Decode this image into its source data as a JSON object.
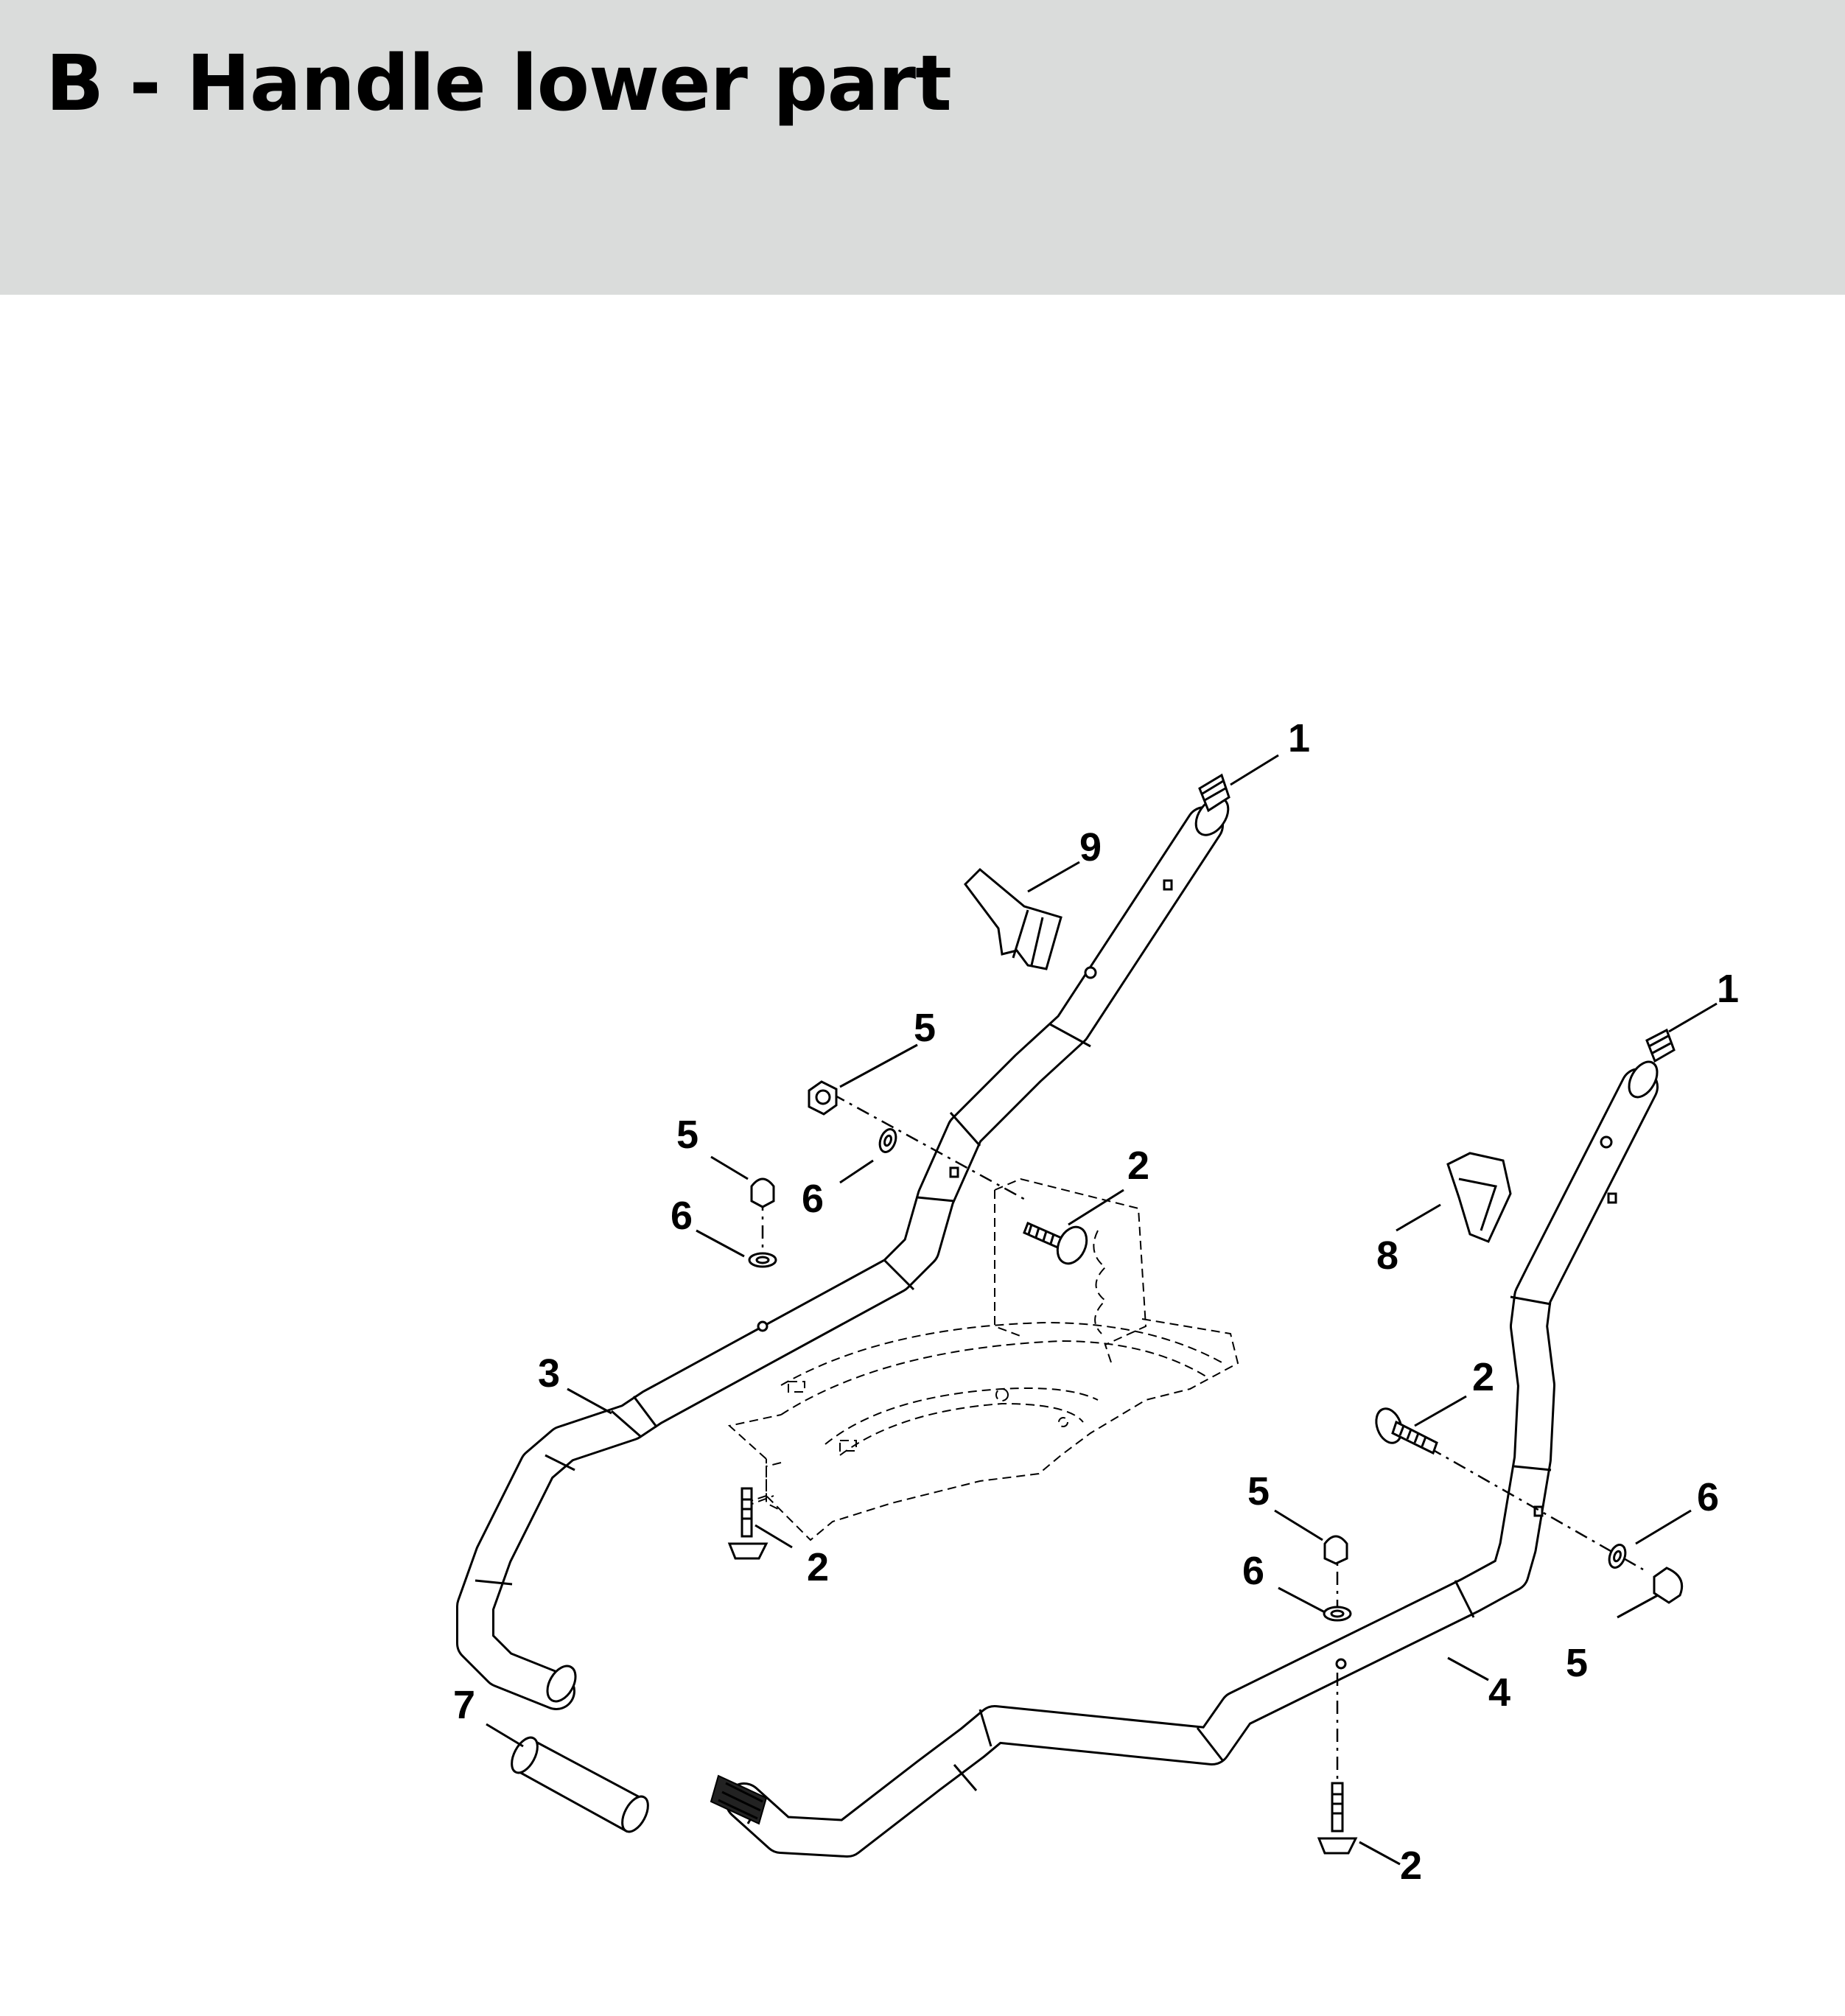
{
  "header": {
    "title": "B - Handle lower part"
  },
  "callouts": [
    {
      "id": "callout-1-upper",
      "label": "1"
    },
    {
      "id": "callout-9",
      "label": "9"
    },
    {
      "id": "callout-1-lower",
      "label": "1"
    },
    {
      "id": "callout-5-left-nut",
      "label": "5"
    },
    {
      "id": "callout-5-left-cap",
      "label": "5"
    },
    {
      "id": "callout-6-left-washer",
      "label": "6"
    },
    {
      "id": "callout-6-left-lower",
      "label": "6"
    },
    {
      "id": "callout-2-upper-bolt",
      "label": "2"
    },
    {
      "id": "callout-8",
      "label": "8"
    },
    {
      "id": "callout-3",
      "label": "3"
    },
    {
      "id": "callout-2-right-bolt",
      "label": "2"
    },
    {
      "id": "callout-2-left-vertical",
      "label": "2"
    },
    {
      "id": "callout-5-right-cap",
      "label": "5"
    },
    {
      "id": "callout-6-right-side",
      "label": "6"
    },
    {
      "id": "callout-6-right-lower",
      "label": "6"
    },
    {
      "id": "callout-5-right-side",
      "label": "5"
    },
    {
      "id": "callout-4",
      "label": "4"
    },
    {
      "id": "callout-7",
      "label": "7"
    },
    {
      "id": "callout-2-right-vertical",
      "label": "2"
    }
  ]
}
